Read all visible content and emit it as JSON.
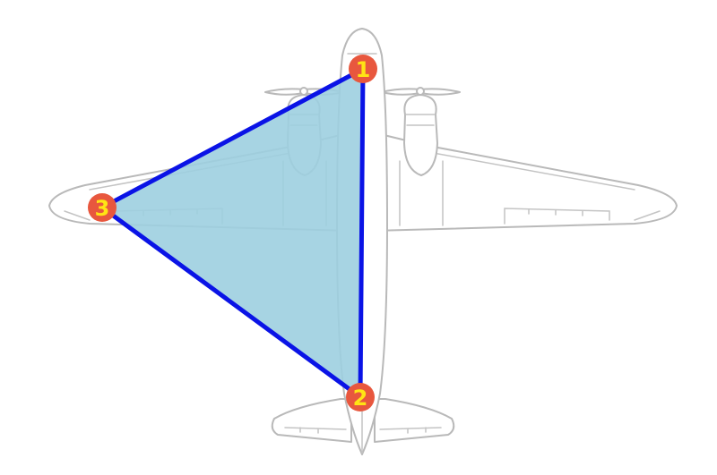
{
  "diagram": {
    "subject_icon": "airplane-top-view-icon",
    "colors": {
      "background": "#ffffff",
      "airplane_outline": "#b9b9b9",
      "triangle_fill": "#9dcfe0",
      "triangle_edge": "#0a13e6",
      "marker_fill": "#e8573e",
      "marker_text": "#ffe414"
    },
    "markers": [
      {
        "id": "1",
        "label": "1"
      },
      {
        "id": "2",
        "label": "2"
      },
      {
        "id": "3",
        "label": "3"
      }
    ],
    "edges": [
      [
        "1",
        "2"
      ],
      [
        "2",
        "3"
      ],
      [
        "3",
        "1"
      ]
    ]
  }
}
